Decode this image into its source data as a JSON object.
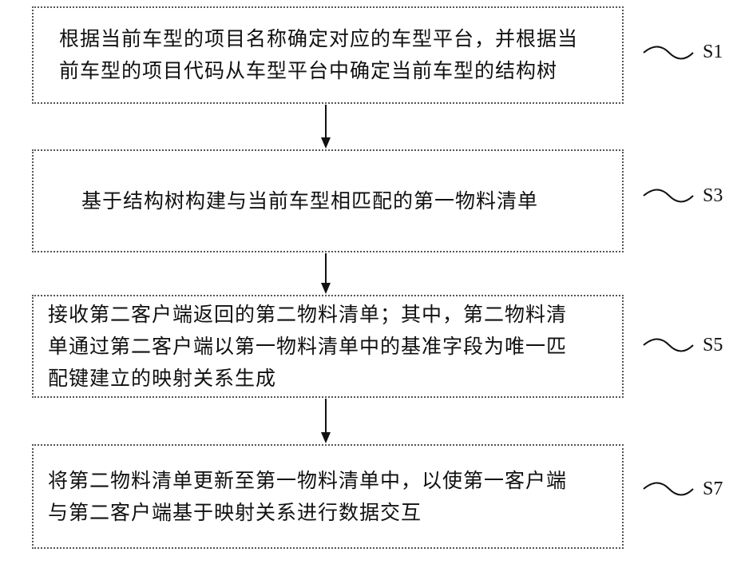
{
  "steps": [
    {
      "id": "S1",
      "lines": [
        "根据当前车型的项目名称确定对应的车型平台，并根据当",
        "前车型的项目代码从车型平台中确定当前车型的结构树"
      ]
    },
    {
      "id": "S3",
      "lines": [
        "基于结构树构建与当前车型相匹配的第一物料清单"
      ]
    },
    {
      "id": "S5",
      "lines": [
        "接收第二客户端返回的第二物料清单；其中，第二物料清",
        "单通过第二客户端以第一物料清单中的基准字段为唯一匹",
        "配键建立的映射关系生成"
      ]
    },
    {
      "id": "S7",
      "lines": [
        "将第二物料清单更新至第一物料清单中，以使第一客户端",
        "与第二客户端基于映射关系进行数据交互"
      ]
    }
  ],
  "colors": {
    "border": "#555555",
    "text": "#111111",
    "arrow": "#111111"
  }
}
